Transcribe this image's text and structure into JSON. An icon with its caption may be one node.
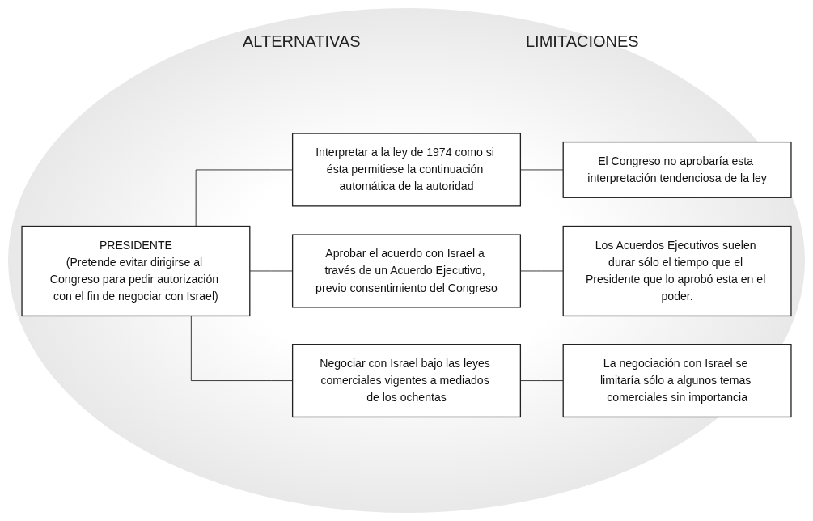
{
  "diagram": {
    "nodes": [
      {
        "text": [
          "PRESIDENTE",
          "(Pretende evitar dirigirse al Congreso para pedir autorización con el fin de negociar con Israel)"
        ]
      },
      {
        "text": [
          "Interpretar a la ley de 1974 como si ésta permitiese la continuación automática de la autoridad"
        ]
      },
      {
        "text": [
          "Aprobar el acuerdo con Israel a través de un Acuerdo Ejecutivo, previo consentimiento del Congreso"
        ]
      },
      {
        "text": [
          "Negociar con Israel bajo las leyes comerciales vigentes a mediados de los ochentas"
        ]
      },
      {
        "text": [
          "El Congreso no aprobaría esta interpretación tendenciosa de la ley"
        ]
      },
      {
        "text": [
          "Los Acuerdos Ejecutivos suelen durar sólo el tiempo que el Presidente que lo aprobó esta en el poder."
        ]
      },
      {
        "text": [
          "La negociación con Israel se limitaría sólo a algunos temas comerciales sin importancia"
        ]
      }
    ],
    "edges": [
      {
        "from": 0,
        "to": 1,
        "arrow": "none"
      },
      {
        "from": 0,
        "to": 2,
        "arrow": "none"
      },
      {
        "from": 0,
        "to": 3,
        "arrow": "none"
      },
      {
        "from": 1,
        "to": 4,
        "arrow": "none"
      },
      {
        "from": 2,
        "to": 5,
        "arrow": "none"
      },
      {
        "from": 3,
        "to": 6,
        "arrow": "none"
      }
    ],
    "labels": [
      "ALTERNATIVAS",
      "LIMITACIONES"
    ]
  }
}
